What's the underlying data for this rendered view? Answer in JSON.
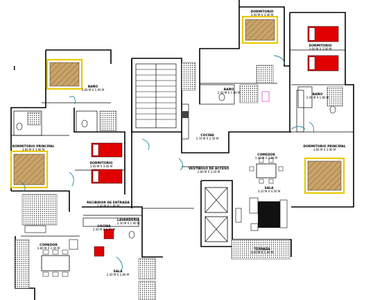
{
  "rooms": {
    "bano_top_left": {
      "name": "BAÑO",
      "dims": "2.80 M X 1.90 M"
    },
    "dormitorio_principal_left": {
      "name": "DORMITORIO PRINCIPAL",
      "dims": "3.80 M X 3.90 M"
    },
    "dormitorio_left": {
      "name": "DORMITORIO",
      "dims": "3.00 M X 3.00 M"
    },
    "comedor_left": {
      "name": "COMEDOR",
      "dims": "3.80 M X 2.40 M"
    },
    "recibidor": {
      "name": "RECIBIDOR DE ENTRADA",
      "dims": "2.40 M X 1.80 M"
    },
    "cocina_left": {
      "name": "COCINA",
      "dims": "2.40 M X 2.80 M"
    },
    "lavanderia": {
      "name": "LAVANDERIA",
      "dims": "2.30 M X 1.90 M"
    },
    "sala_left": {
      "name": "SALA",
      "dims": "2.40 M X 2.80 M"
    },
    "dormitorio_top_center": {
      "name": "DORMITORIO",
      "dims": "3.00 M X 3.00 M"
    },
    "dormitorio_top_right": {
      "name": "DORMITORIO",
      "dims": "3.00 M X 3.00 M"
    },
    "bano_center": {
      "name": "BAÑO",
      "dims": "2.40 M X 1.80 M"
    },
    "cocina_center": {
      "name": "COCINA",
      "dims": "2.70 M X 2.50 M"
    },
    "vestibulo": {
      "name": "VESTIBULO DE ACCESO",
      "dims": "2.80 M X 3.20 M"
    },
    "comedor_right": {
      "name": "COMEDOR",
      "dims": "3.40 M X 2.80 M"
    },
    "sala_right": {
      "name": "SALA",
      "dims": "3.20 M X 4.00 M"
    },
    "bano_right": {
      "name": "BAÑO",
      "dims": "2.40 M X 1.80 M"
    },
    "dormitorio_principal_right": {
      "name": "DORMITORIO PRINCIPAL",
      "dims": "3.80 M X 3.90 M"
    },
    "terraza": {
      "name": "TERRAZA",
      "dims": "4.00 M X 1.40 M"
    }
  },
  "colors": {
    "bed_wood": "#c8a36a",
    "bed_frame": "#e9c900",
    "red_bed": "#e00000",
    "door_swing": "#1f8aa0",
    "wall": "#000000",
    "magenta_fixture": "#e04bd0"
  },
  "icons": [
    "bed-icon",
    "sofa-icon",
    "dining-table-icon",
    "toilet-icon",
    "shower-icon",
    "sink-icon",
    "stove-icon",
    "elevator-icon",
    "stair-icon"
  ]
}
